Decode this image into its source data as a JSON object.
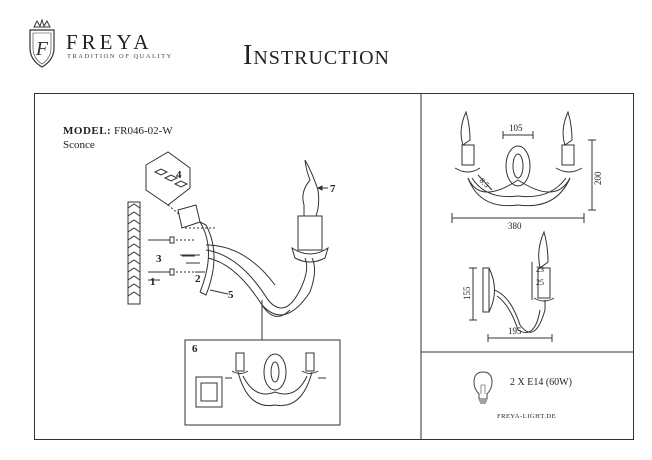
{
  "brand": {
    "name": "FREYA",
    "tagline": "TRADITION OF QUALITY"
  },
  "title": "Instruction",
  "model": {
    "label": "MODEL:",
    "code": "FR046-02-W",
    "type": "Sconce"
  },
  "assembly_steps": [
    "1",
    "2",
    "3",
    "4",
    "5",
    "6",
    "7"
  ],
  "dimensions": {
    "width": "380",
    "plate_width": "105",
    "height": "200",
    "small_dim": "8.5",
    "side_height": "155",
    "depth": "195",
    "bulb_height": "23",
    "cup_height": "25"
  },
  "bulb": {
    "spec": "2 X E14 (60W)"
  },
  "website": "FREYA-LIGHT.DE",
  "colors": {
    "line": "#333333",
    "text": "#222222",
    "background": "#ffffff"
  }
}
